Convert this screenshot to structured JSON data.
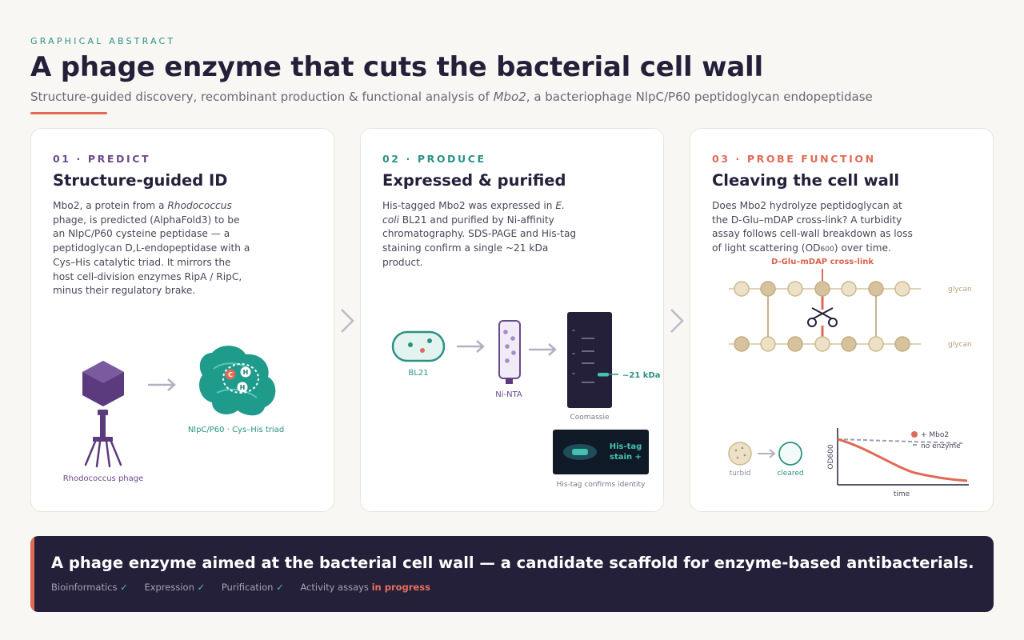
{
  "header": {
    "kicker": "GRAPHICAL ABSTRACT",
    "title": "A phage enzyme that cuts the bacterial cell wall",
    "subtitle_pre": "Structure-guided discovery, recombinant production & functional analysis of ",
    "subtitle_em": "Mbo2",
    "subtitle_post": ", a bacteriophage NlpC/P60 peptidoglycan endopeptidase"
  },
  "colors": {
    "purple": "#6b4a8c",
    "teal": "#2a9184",
    "coral": "#e06a55",
    "ink": "#24203a",
    "tan": "#d8c399"
  },
  "panels": [
    {
      "number": "01 · PREDICT",
      "heading": "Structure-guided ID",
      "body": {
        "t1": "Mbo2, a protein from a ",
        "em1": "Rhodococcus",
        "t2": " phage, is predicted (AlphaFold3) to be an NlpC/P60 cysteine peptidase — a peptidoglycan D,L-endopeptidase with a Cys–His catalytic triad. It mirrors the host cell-division enzymes RipA / RipC, minus their regulatory brake."
      },
      "labels": {
        "phage": "Rhodococcus phage",
        "enzyme": "NlpC/P60 · Cys–His triad",
        "res_c": "C",
        "res_h1": "H",
        "res_h2": "H"
      },
      "icons": [
        "phage-icon",
        "arrow-right-icon",
        "protein-structure-icon"
      ]
    },
    {
      "number": "02 · PRODUCE",
      "heading": "Expressed & purified",
      "body": {
        "t1": "His-tagged Mbo2 was expressed in ",
        "em1": "E. coli",
        "t2": " BL21 and purified by Ni-affinity chromatography. SDS-PAGE and His-tag staining confirm a single ~21 kDa product."
      },
      "labels": {
        "cell": "BL21",
        "column": "Ni-NTA",
        "gel": "Coomassie",
        "band": "~21 kDa",
        "blot_1": "His-tag",
        "blot_2": "stain +",
        "blot_caption": "His-tag confirms identity"
      },
      "icons": [
        "bacterium-icon",
        "column-icon",
        "gel-icon",
        "blot-icon"
      ]
    },
    {
      "number": "03 · PROBE FUNCTION",
      "heading": "Cleaving the cell wall",
      "body": {
        "t1": "Does Mbo2 hydrolyze peptidoglycan at the D-Glu–mDAP cross-link? A turbidity assay follows cell-wall breakdown as loss of light scattering (OD",
        "sub": "600",
        "t2": ") over time."
      },
      "labels": {
        "crosslink": "D-Glu–mDAP cross-link",
        "glycan_top": "glycan",
        "glycan_bottom": "glycan",
        "turbid": "turbid",
        "cleared": "cleared",
        "yaxis": "OD600",
        "xaxis": "time",
        "legend_mbo2": "+ Mbo2",
        "legend_none": "no enzyme"
      },
      "icons": [
        "scissors-icon",
        "turbid-tube-icon",
        "cleared-tube-icon"
      ]
    }
  ],
  "banner": {
    "title": "A phage enzyme aimed at the bacterial cell wall — a candidate scaffold for enzyme-based antibacterials.",
    "status": [
      {
        "label": "Bioinformatics",
        "mark": "✓"
      },
      {
        "label": "Expression",
        "mark": "✓"
      },
      {
        "label": "Purification",
        "mark": "✓"
      }
    ],
    "last_label": "Activity assays",
    "last_state": "in progress"
  }
}
